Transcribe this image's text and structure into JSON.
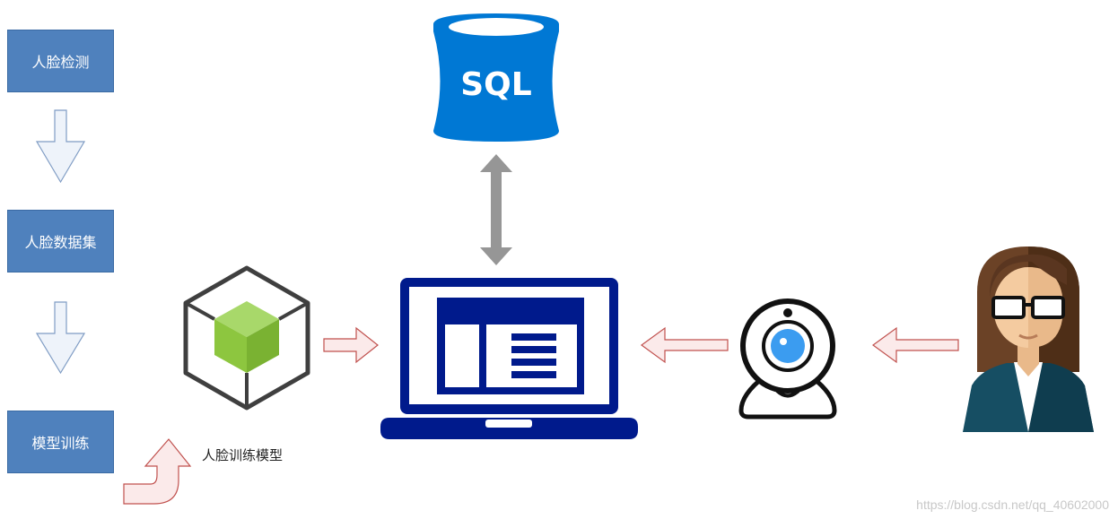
{
  "steps": {
    "face_detection": "人脸检测",
    "face_dataset": "人脸数据集",
    "model_training": "模型训练"
  },
  "model_label": "人脸训练模型",
  "database": {
    "label": "SQL",
    "icon": "database-icon"
  },
  "icons": {
    "model": "cube-icon",
    "computer": "laptop-icon",
    "camera": "webcam-icon",
    "person": "person-icon"
  },
  "watermark": "https://blog.csdn.net/qq_40602000",
  "colors": {
    "step_box": "#4f81bd",
    "sql_blue": "#0078d4",
    "laptop_navy": "#001a8c",
    "cube_green": "#8dc63f",
    "arrow_red": "#c0504d",
    "arrow_blue_fill": "#eef3fa"
  }
}
